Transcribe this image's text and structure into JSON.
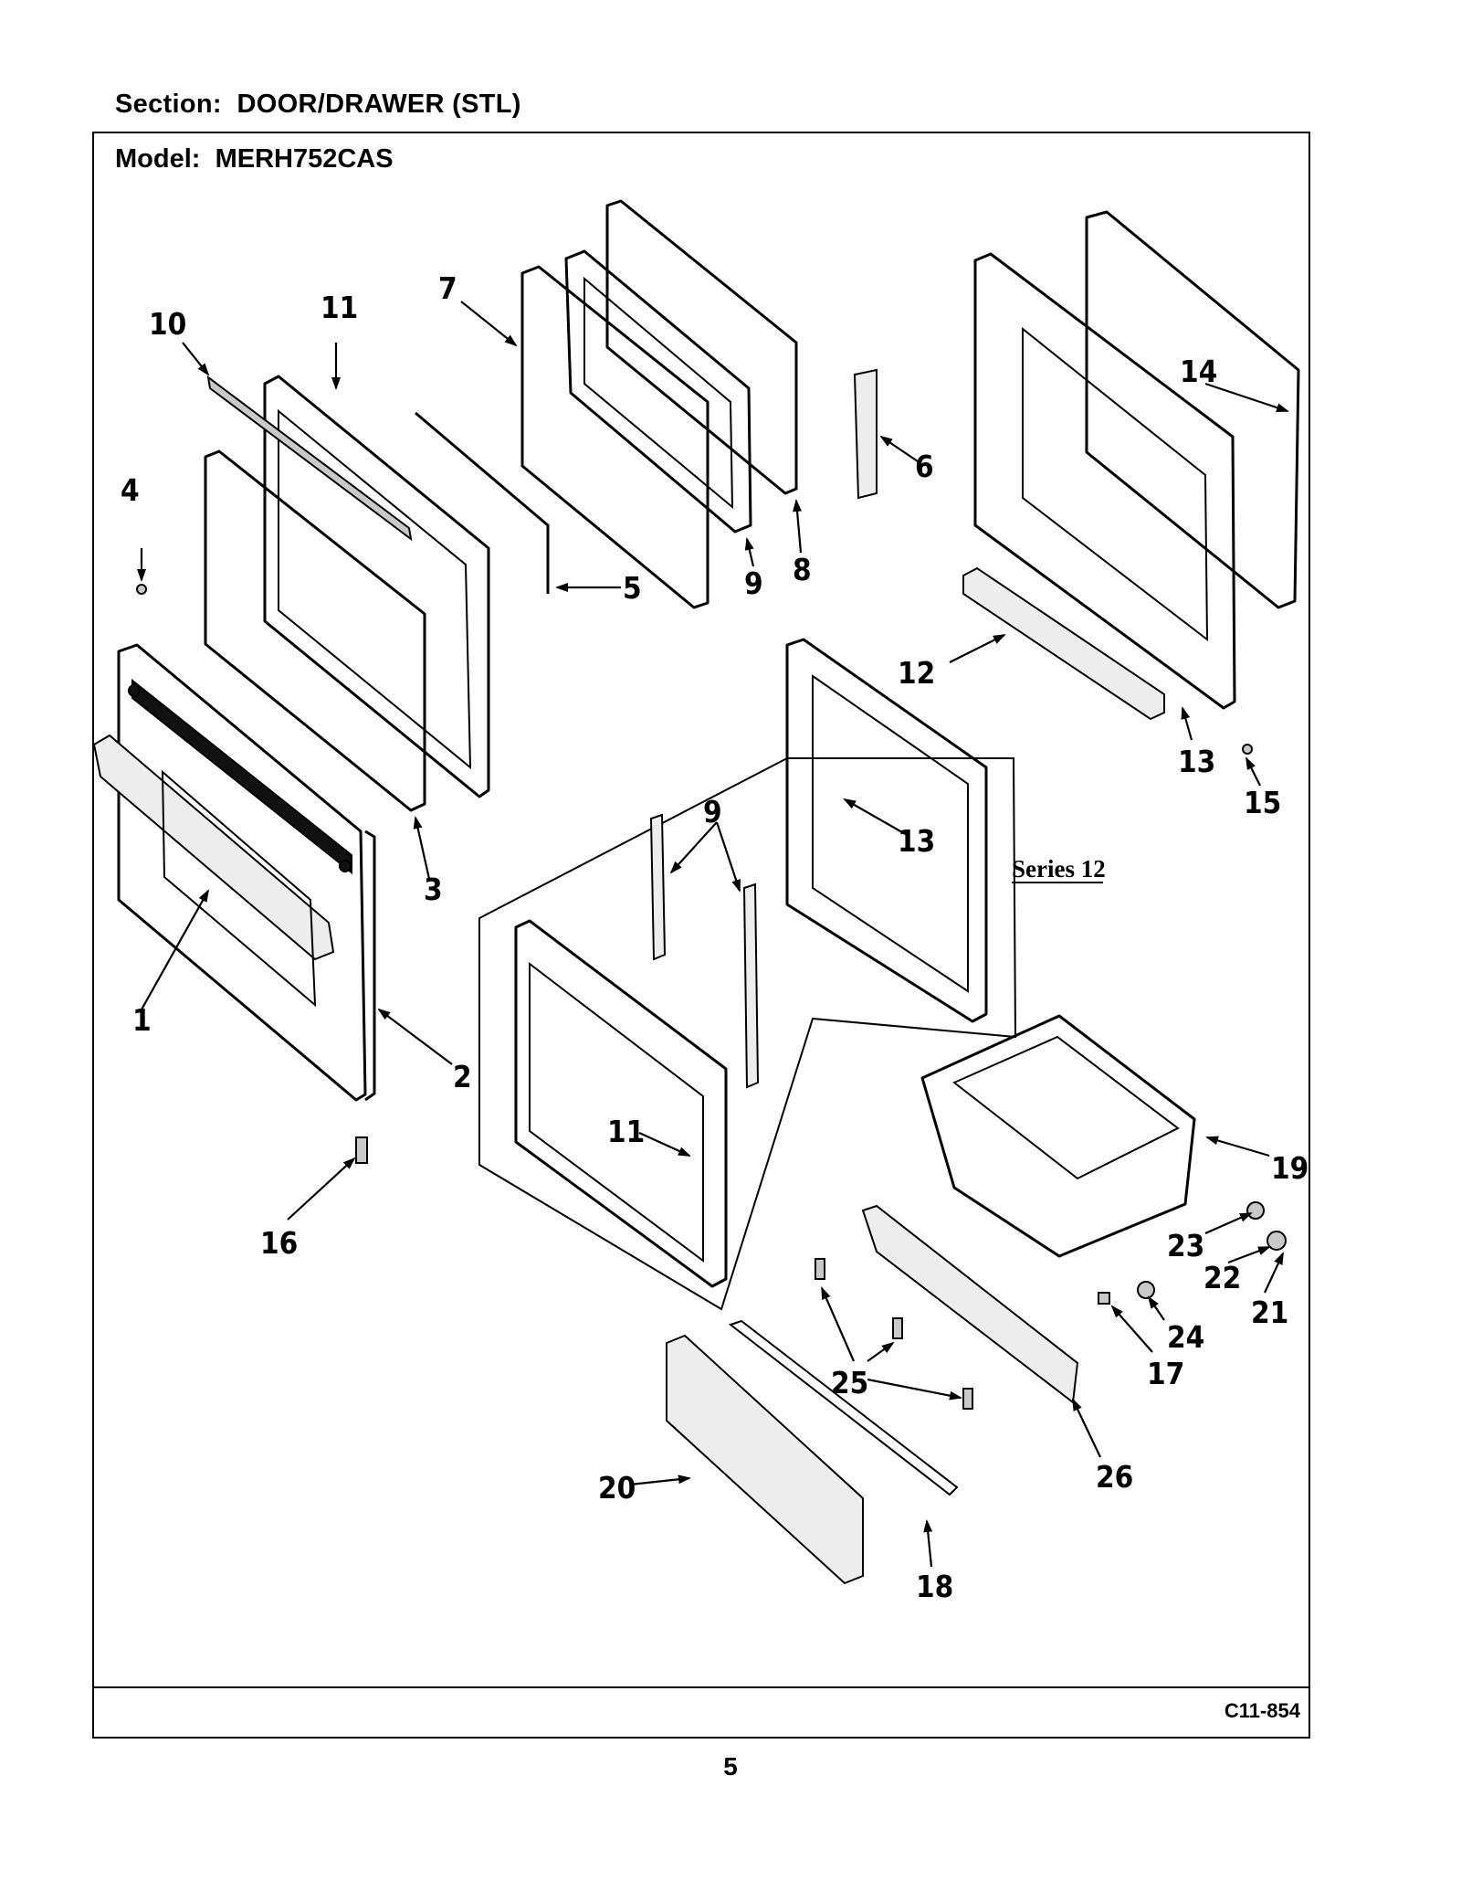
{
  "header": {
    "section_label": "Section:",
    "section_value": "DOOR/DRAWER (STL)",
    "model_label": "Model:",
    "model_value": "MERH752CAS"
  },
  "diagram": {
    "code": "C11-854",
    "series_label": "Series 12",
    "callouts": [
      "1",
      "2",
      "3",
      "4",
      "5",
      "6",
      "7",
      "8",
      "9",
      "10",
      "11",
      "12",
      "13",
      "14",
      "15",
      "16",
      "17",
      "18",
      "19",
      "20",
      "21",
      "22",
      "23",
      "24",
      "25",
      "26",
      "9",
      "11",
      "13"
    ]
  },
  "footer": {
    "page_number": "5"
  }
}
